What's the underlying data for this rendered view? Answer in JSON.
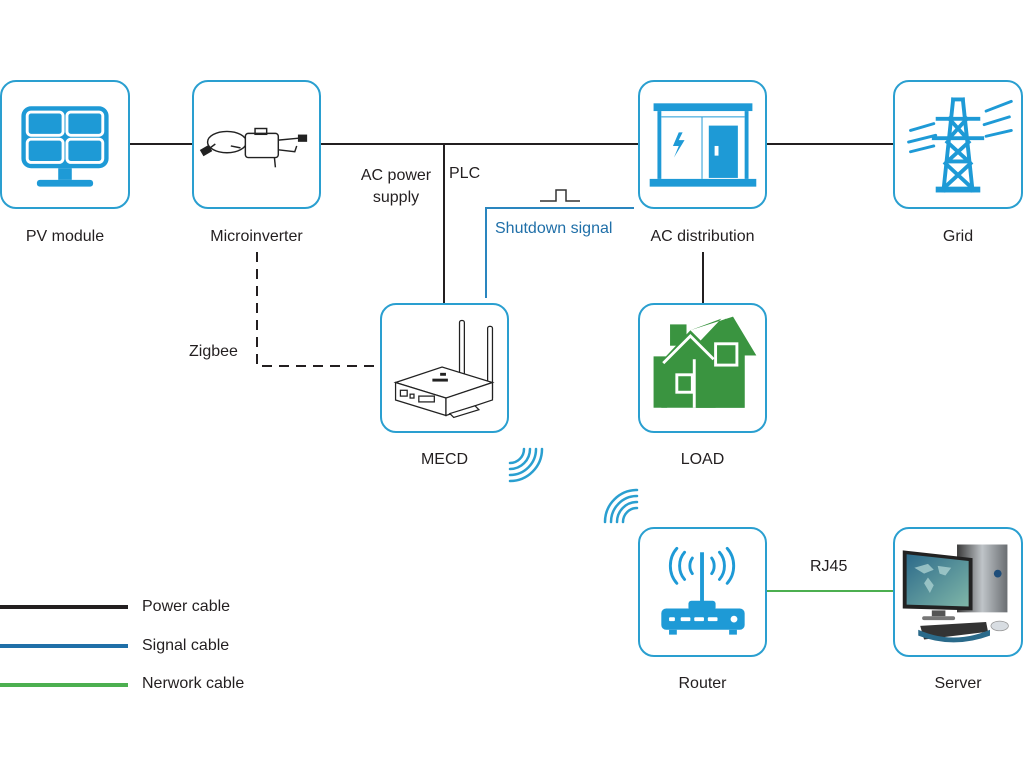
{
  "colors": {
    "box_border": "#2a9fd0",
    "icon_blue": "#1e9ad6",
    "power_cable": "#231f20",
    "signal_cable": "#1f6fa8",
    "network_cable": "#4caf50",
    "load_green": "#3a9440"
  },
  "nodes": {
    "pv_module": {
      "label": "PV module",
      "icon": "solar-panel-icon"
    },
    "microinverter": {
      "label": "Microinverter",
      "icon": "microinverter-icon"
    },
    "ac_distribution": {
      "label": "AC distribution",
      "icon": "distribution-cabinet-icon"
    },
    "grid": {
      "label": "Grid",
      "icon": "transmission-tower-icon"
    },
    "mecd": {
      "label": "MECD",
      "icon": "gateway-device-icon"
    },
    "load": {
      "label": "LOAD",
      "icon": "houses-icon"
    },
    "router": {
      "label": "Router",
      "icon": "wifi-router-icon"
    },
    "server": {
      "label": "Server",
      "icon": "desktop-computer-icon"
    }
  },
  "connections": {
    "ac_power_supply": {
      "line1": "AC power",
      "line2": "supply"
    },
    "plc": "PLC",
    "shutdown_signal": "Shutdown signal",
    "zigbee": "Zigbee",
    "rj45": "RJ45"
  },
  "legend": [
    {
      "label": "Power cable",
      "color": "#231f20"
    },
    {
      "label": "Signal cable",
      "color": "#1f6fa8"
    },
    {
      "label": "Nerwork cable",
      "color": "#4caf50"
    }
  ]
}
